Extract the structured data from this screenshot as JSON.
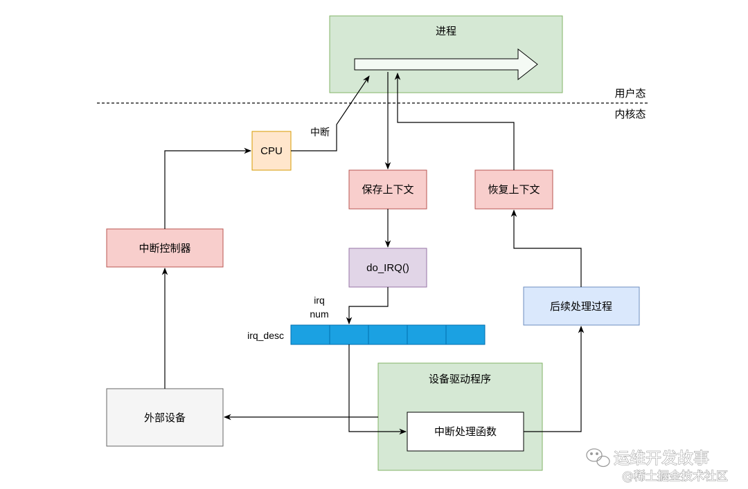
{
  "colors": {
    "green_fill": "#d5e8d4",
    "green_stroke": "#82b366",
    "orange_fill": "#ffe6cc",
    "orange_stroke": "#d79b00",
    "red_fill": "#f8cecc",
    "red_stroke": "#b85450",
    "purple_fill": "#e1d5e7",
    "purple_stroke": "#9673a6",
    "blue_fill": "#dae8fc",
    "blue_stroke": "#6c8ebf",
    "gray_fill": "#f5f5f5",
    "gray_stroke": "#666666",
    "array_fill": "#1ba1e2",
    "array_stroke": "#006eaf"
  },
  "nodes": {
    "process": "进程",
    "cpu": "CPU",
    "save_context": "保存上下文",
    "restore_context": "恢复上下文",
    "interrupt_controller": "中断控制器",
    "do_irq": "do_IRQ()",
    "post_processing": "后续处理过程",
    "device_driver": "设备驱动程序",
    "external_device": "外部设备",
    "interrupt_handler": "中断处理函数"
  },
  "labels": {
    "user_mode": "用户态",
    "kernel_mode": "内核态",
    "interrupt": "中断",
    "irq_num_line1": "irq",
    "irq_num_line2": "num",
    "irq_desc": "irq_desc"
  },
  "irq_desc_cells": 5,
  "watermark": {
    "icon": "wechat-icon",
    "line1": "运维开发故事",
    "line2": "@稀土掘金技术社区"
  }
}
